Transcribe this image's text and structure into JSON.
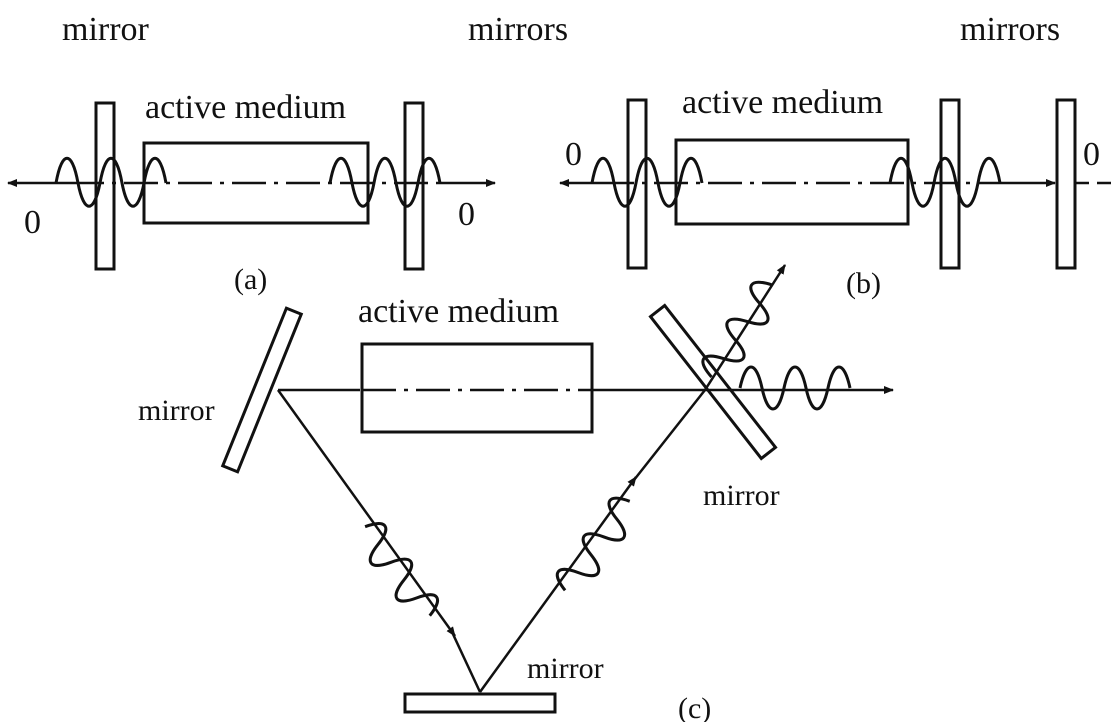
{
  "labels": {
    "a_mirror": "mirror",
    "b_mirrors": "mirrors",
    "b_mirrors_right": "mirrors",
    "a_active_medium": "active medium",
    "b_active_medium": "active medium",
    "c_active_medium": "active medium",
    "a_zero_left": "0",
    "a_zero_right": "0",
    "b_zero_left": "0",
    "b_zero_right": "0",
    "a_caption": "(a)",
    "b_caption": "(b)",
    "c_caption": "(c)",
    "c_mirror_left": "mirror",
    "c_mirror_right": "mirror",
    "c_mirror_bottom": "mirror"
  }
}
